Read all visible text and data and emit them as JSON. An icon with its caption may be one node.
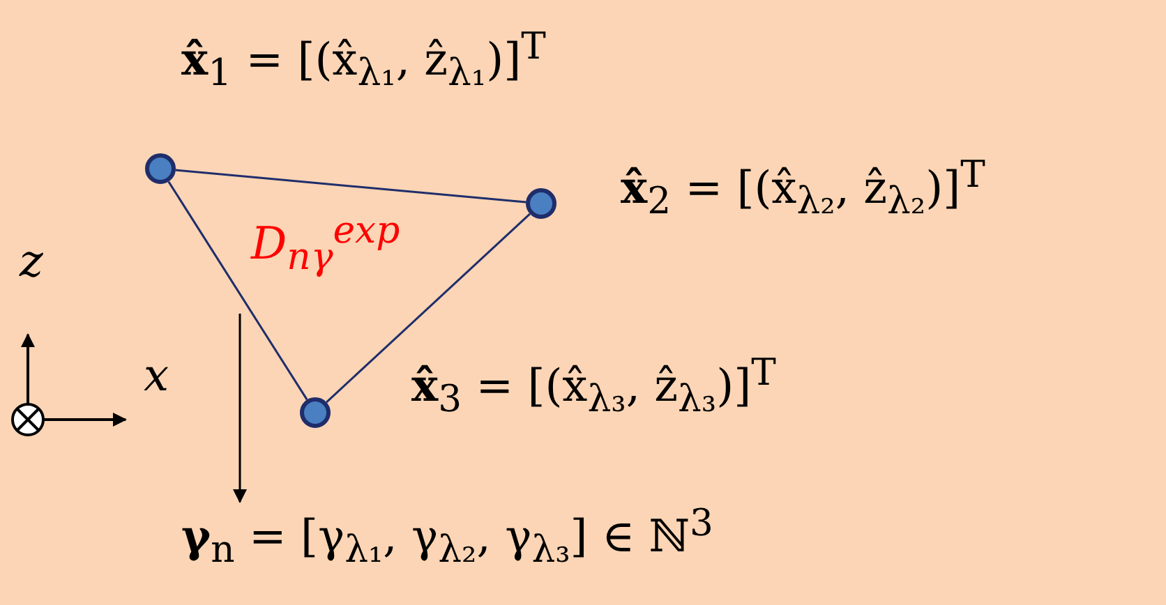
{
  "diagram": {
    "nodes": [
      {
        "text": [],
        "shape": "circle",
        "beside": [
          "**x̂**$_{1}$ = [(x̂$_{λ₁}$, ẑ$_{λ₁}$)]$^{T}$"
        ]
      },
      {
        "text": [],
        "shape": "circle",
        "beside": [
          "**x̂**$_{2}$ = [(x̂$_{λ₂}$, ẑ$_{λ₂}$)]$^{T}$"
        ]
      },
      {
        "text": [],
        "shape": "circle",
        "beside": [
          "**x̂**$_{3}$ = [(x̂$_{λ₃}$, ẑ$_{λ₃}$)]$^{T}$"
        ]
      },
      {
        "text": [
          "**γ**$_{n}$ = [γ$_{λ₁}$, γ$_{λ₂}$, γ$_{λ₃}$] ∈ ℕ$^{3}$"
        ]
      }
    ],
    "edges": [
      {
        "from": 0,
        "to": 1,
        "arrow": "none"
      },
      {
        "from": 1,
        "to": 2,
        "arrow": "none"
      },
      {
        "from": 2,
        "to": 0,
        "arrow": "none"
      },
      {
        "from": null,
        "to": 3,
        "arrow": "to",
        "color": "#000000"
      }
    ],
    "labels": [
      "D$_{nγ}$$^{exp}$",
      "z",
      "x"
    ]
  }
}
